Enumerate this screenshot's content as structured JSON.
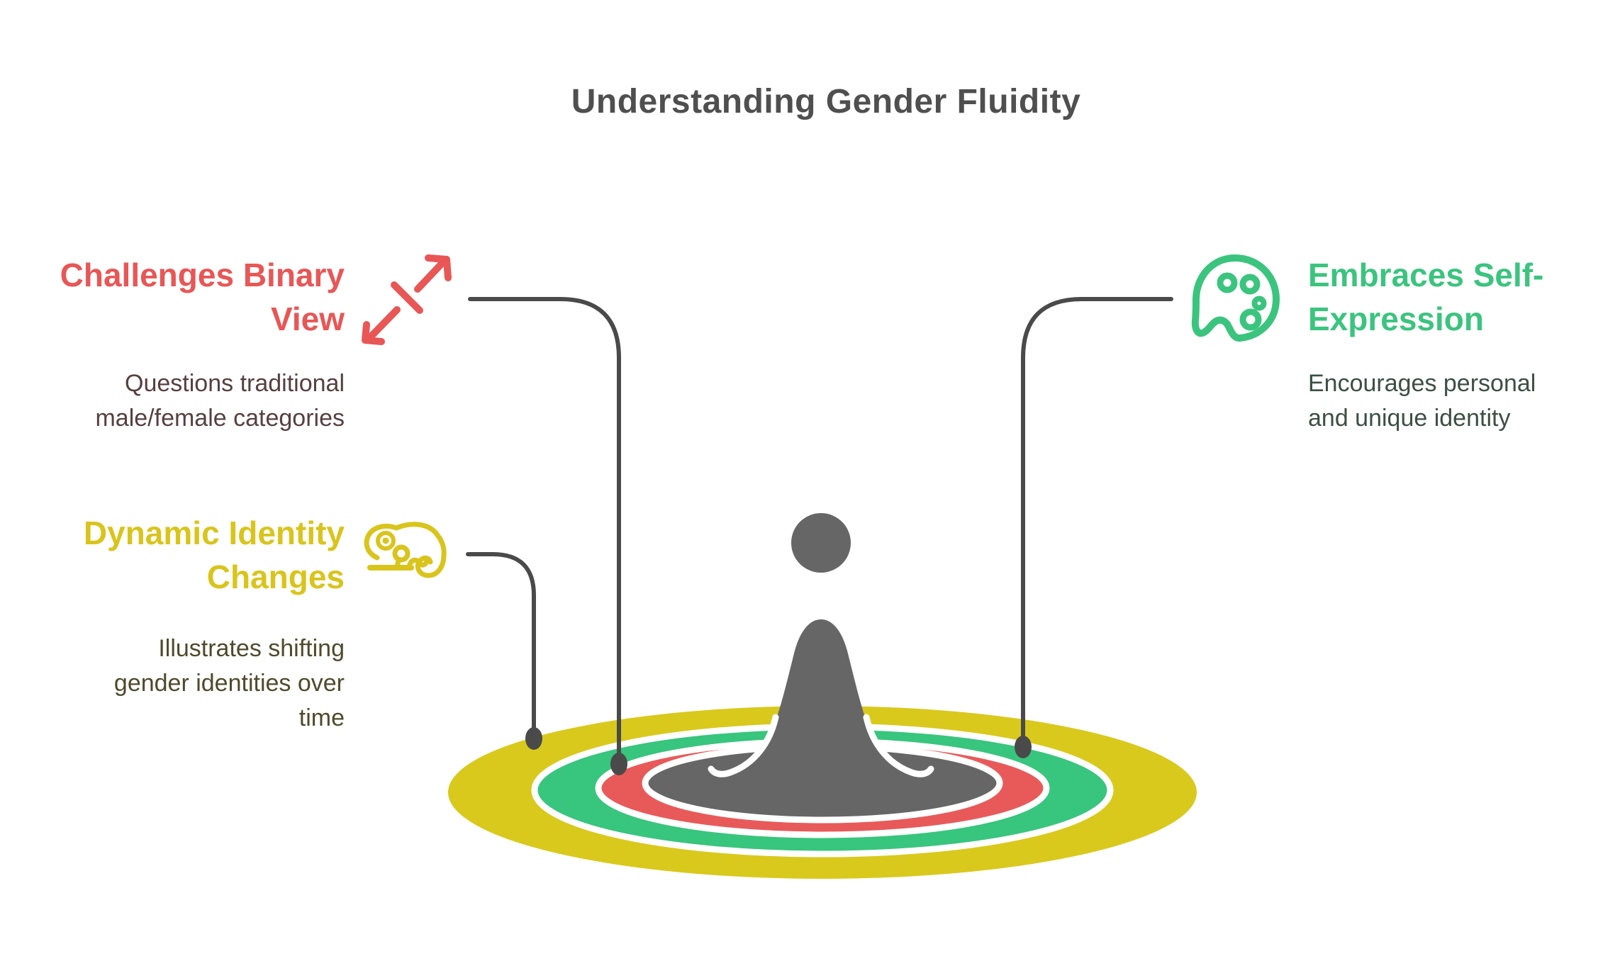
{
  "title": "Understanding Gender Fluidity",
  "sections": [
    {
      "name": "challenges-binary-view",
      "heading_lines": [
        "Challenges Binary",
        "View"
      ],
      "description_lines": [
        "Questions traditional",
        "male/female categories"
      ],
      "icon": "expand-arrows-icon",
      "accent_color": "#e85656",
      "description_color": "#564040"
    },
    {
      "name": "dynamic-identity-changes",
      "heading_lines": [
        "Dynamic Identity",
        "Changes"
      ],
      "description_lines": [
        "Illustrates shifting",
        "gender identities over",
        "time"
      ],
      "icon": "chameleon-icon",
      "accent_color": "#d9c41c",
      "description_color": "#4f4a2c"
    },
    {
      "name": "embraces-self-expression",
      "heading_lines": [
        "Embraces Self-",
        "Expression"
      ],
      "description_lines": [
        "Encourages personal",
        "and unique identity"
      ],
      "icon": "palette-icon",
      "accent_color": "#3bc47e",
      "description_color": "#3c4f44"
    }
  ],
  "figure": {
    "name": "person-rising-from-concentric-ripples",
    "ring_colors": {
      "outer": "#d9c91c",
      "middle": "#38c57d",
      "inner": "#e85a5a",
      "core": "#666666"
    },
    "person_color": "#666666",
    "connector_color": "#4a4a4a",
    "title_color": "#4f4f4f"
  }
}
